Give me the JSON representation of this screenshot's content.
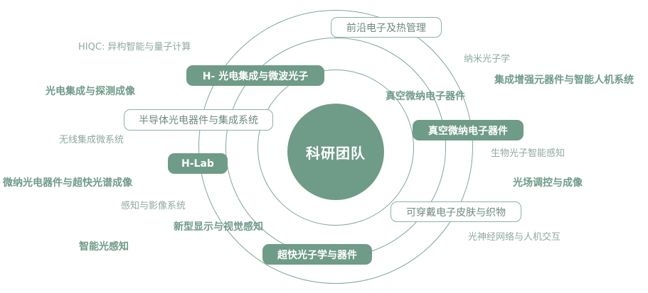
{
  "center": {
    "label": "科研团队"
  },
  "pills": {
    "frontier_electronics": "前沿电子及热管理",
    "h_optoelectronics": "H- 光电集成与微波光子",
    "semiconductor_devices": "半导体光电器件与集成系统",
    "vacuum_micro_electronics": "真空微纳电子器件",
    "h_lab": "H-Lab",
    "wearable_skin": "可穿戴电子皮肤与织物",
    "ultrafast_photonics": "超快光子学与器件"
  },
  "labels": {
    "hiqc": "HIQC: 异构智能与量子计算",
    "nano_photonics": "纳米光子学",
    "enhanced_devices": "集成增强元器件与智能人机系统",
    "optoelectronic_detection": "光电集成与探测成像",
    "vacuum_ring_label": "真空微纳电子器件",
    "wireless_micro": "无线集成微系统",
    "bio_photonics": "生物光子智能感知",
    "micro_nano_ultrafast": "微纳光电器件与超快光谱成像",
    "light_field": "光场调控与成像",
    "perception_imaging": "感知与影像系统",
    "new_display": "新型显示与视觉感知",
    "optical_neural": "光神经网络与人机交互",
    "smart_sensing": "智能光感知"
  },
  "colors": {
    "accent": "#6f9b89",
    "ring": "#7fa797",
    "text_light": "#8fa9a0"
  }
}
